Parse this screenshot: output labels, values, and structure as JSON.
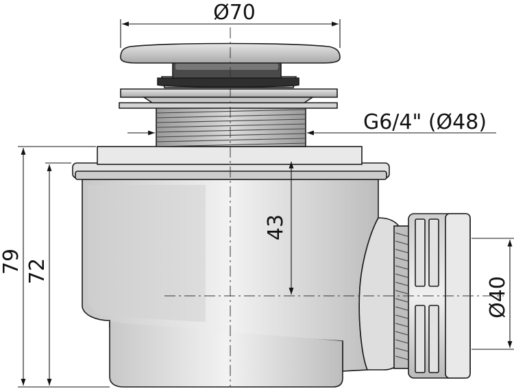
{
  "dimensions": {
    "cap_diameter": "Ø70",
    "thread": "G6/4\" (Ø48)",
    "overall_height": "79",
    "body_height": "72",
    "water_seal": "43",
    "outlet_diameter": "Ø40"
  },
  "colors": {
    "line": "#111111",
    "metal_light": "#d9d9d9",
    "metal_mid": "#b8b8b8",
    "metal_dark": "#555555",
    "body_fill": "#e8e8e8"
  }
}
